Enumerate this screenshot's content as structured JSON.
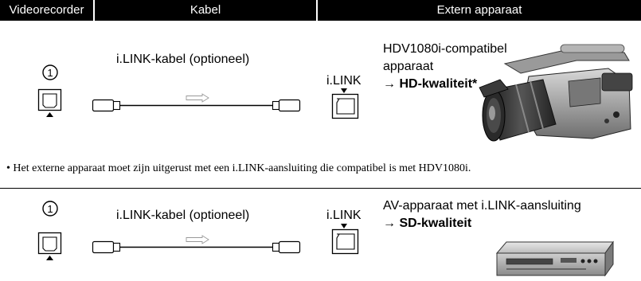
{
  "header": {
    "col_videorecorder": "Videorecorder",
    "col_kabel": "Kabel",
    "col_extern": "Extern apparaat"
  },
  "section1": {
    "port_number": "1",
    "cable_label": "i.LINK-kabel (optioneel)",
    "ilink_label": "i.LINK",
    "device_line1": "HDV1080i-compatibel",
    "device_line2": "apparaat",
    "quality_arrow": "→",
    "quality": "HD-kwaliteit*",
    "footnote": "• Het externe apparaat moet zijn uitgerust met een i.LINK-aansluiting die compatibel is met HDV1080i."
  },
  "section2": {
    "port_number": "1",
    "cable_label": "i.LINK-kabel (optioneel)",
    "ilink_label": "i.LINK",
    "device_line1": "AV-apparaat met i.LINK-aansluiting",
    "quality_arrow": "→",
    "quality": "SD-kwaliteit"
  }
}
